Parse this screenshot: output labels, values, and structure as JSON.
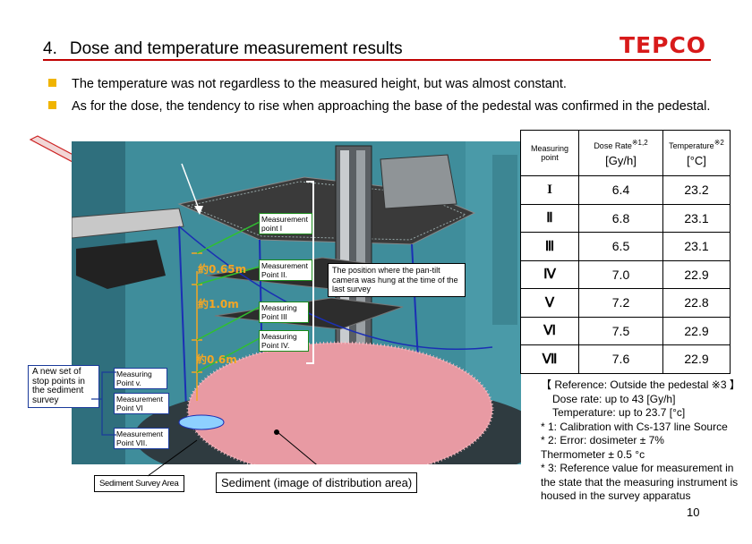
{
  "header": {
    "section_number": "4.",
    "title": "Dose and temperature measurement results",
    "logo_text": "TEPCO"
  },
  "bullets": [
    "The temperature was not regardless to the measured height, but was almost constant.",
    "As for the dose, the tendency to rise when approaching the base of the pedestal was confirmed in the pedestal."
  ],
  "figure": {
    "measurement_labels": [
      "Measurement point I",
      "Measurement Point II.",
      "Measuring Point III",
      "Measuring Point IV.",
      "Measuring Point v.",
      "Measurement Point VI",
      "Measurement Point VII."
    ],
    "camera_note": "The position where the pan-tilt camera was hung at the time of the last survey",
    "stop_points_note": "A new set of stop points in the sediment survey",
    "distances": [
      "約0.65m",
      "約1.0m",
      "約0.6m"
    ],
    "sediment_survey_area": "Sediment Survey Area",
    "sediment_caption": "Sediment (image of distribution area)"
  },
  "table": {
    "header_point": "Measuring point",
    "header_dose": "Dose Rate",
    "header_dose_note": "※1,2",
    "header_dose_unit": "[Gy/h]",
    "header_temp": "Temperature",
    "header_temp_note": "※2",
    "header_temp_unit": "[°C]",
    "rows": [
      {
        "point": "I",
        "dose": "6.4",
        "temp": "23.2"
      },
      {
        "point": "Ⅱ",
        "dose": "6.8",
        "temp": "23.1"
      },
      {
        "point": "Ⅲ",
        "dose": "6.5",
        "temp": "23.1"
      },
      {
        "point": "Ⅳ",
        "dose": "7.0",
        "temp": "22.9"
      },
      {
        "point": "Ⅴ",
        "dose": "7.2",
        "temp": "22.8"
      },
      {
        "point": "Ⅵ",
        "dose": "7.5",
        "temp": "22.9"
      },
      {
        "point": "Ⅶ",
        "dose": "7.6",
        "temp": "22.9"
      }
    ]
  },
  "reference": {
    "ref_title": "【 Reference: Outside the pedestal ※3 】",
    "ref_dose": "Dose rate: up to 43 [Gy/h]",
    "ref_temp": "Temperature: up to 23.7 [°c]",
    "note1": "* 1: Calibration with Cs-137 line Source",
    "note2a": "* 2: Error: dosimeter ± 7%",
    "note2b": "Thermometer ± 0.5 °c",
    "note3": "* 3: Reference value for measurement in the state that the measuring instrument is housed in the survey apparatus"
  },
  "page_number": "10",
  "colors": {
    "accent_red": "#c00000",
    "logo_red": "#d81a1a",
    "bullet_yellow": "#f0b400",
    "label_green": "#1a8a1a",
    "distance_orange": "#f5a623"
  }
}
